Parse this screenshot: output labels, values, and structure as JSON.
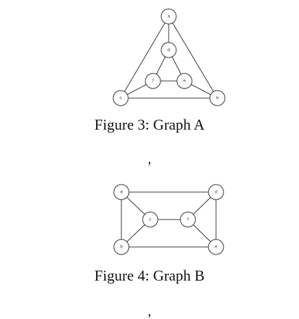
{
  "figures": [
    {
      "caption": "Figure 3: Graph A",
      "nodes": [
        "a",
        "d",
        "f",
        "e",
        "c",
        "b"
      ],
      "edges": [
        [
          "a",
          "c"
        ],
        [
          "a",
          "b"
        ],
        [
          "c",
          "b"
        ],
        [
          "a",
          "d"
        ],
        [
          "d",
          "f"
        ],
        [
          "d",
          "e"
        ],
        [
          "f",
          "e"
        ],
        [
          "f",
          "c"
        ],
        [
          "e",
          "b"
        ]
      ]
    },
    {
      "caption": "Figure 4: Graph B",
      "nodes": [
        "a",
        "d",
        "c",
        "f",
        "b",
        "e"
      ],
      "edges": [
        [
          "a",
          "d"
        ],
        [
          "a",
          "b"
        ],
        [
          "d",
          "e"
        ],
        [
          "b",
          "e"
        ],
        [
          "a",
          "c"
        ],
        [
          "b",
          "c"
        ],
        [
          "c",
          "f"
        ],
        [
          "f",
          "d"
        ],
        [
          "f",
          "e"
        ]
      ]
    }
  ],
  "separators": [
    ",",
    ","
  ]
}
